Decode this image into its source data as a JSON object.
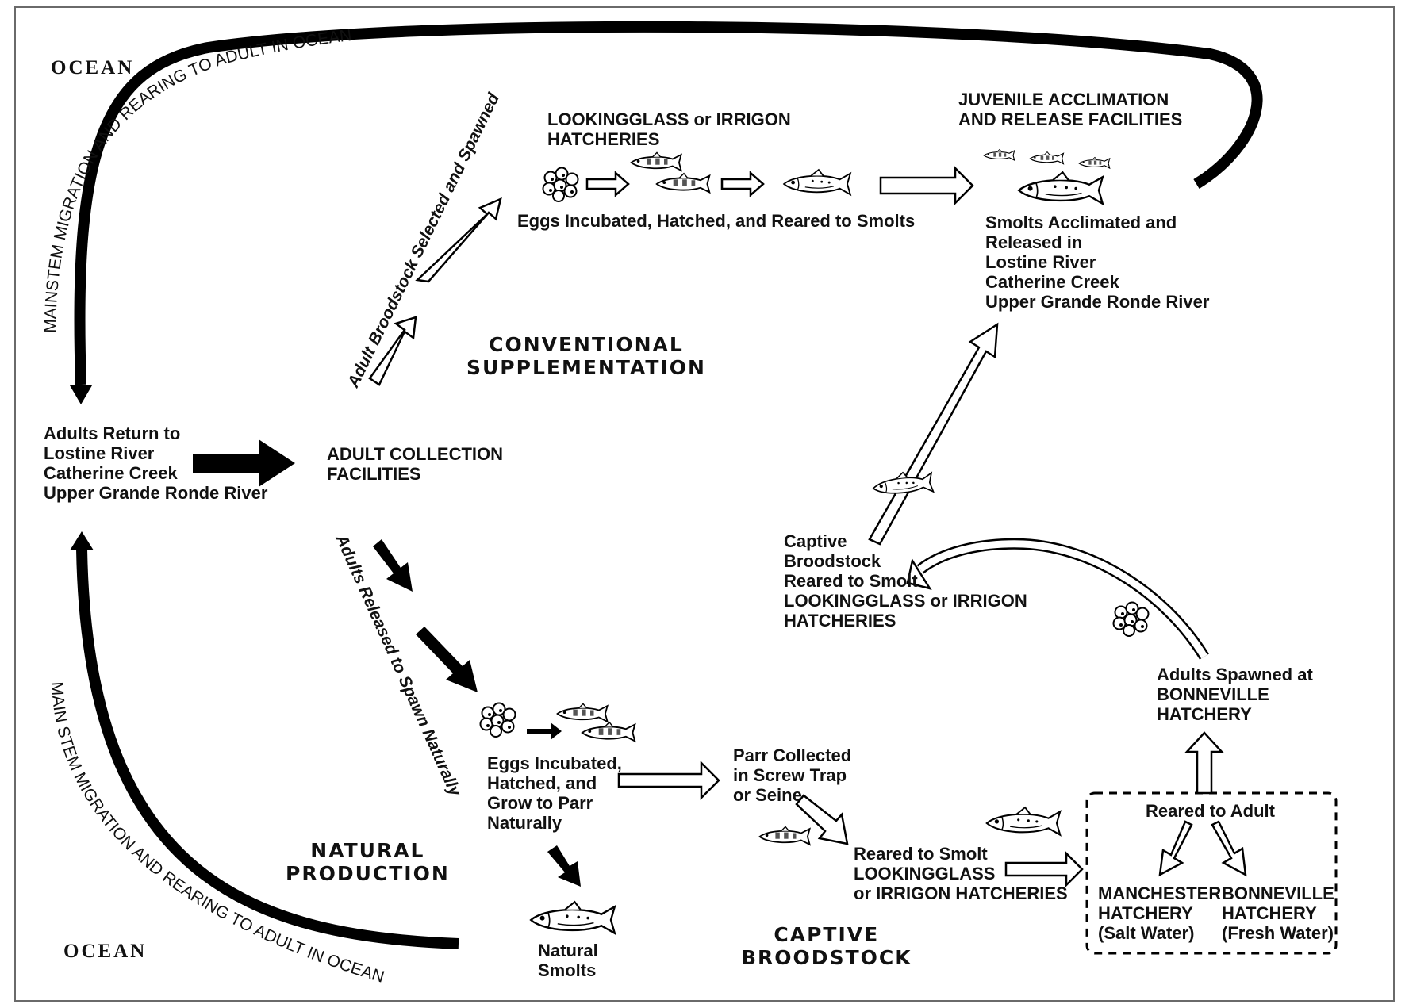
{
  "ocean_labels": {
    "top": "OCEAN",
    "bottom": "OCEAN"
  },
  "migration_labels": {
    "top": "MAINSTEM MIGRATION AND REARING TO ADULT IN OCEAN",
    "bottom": "MAIN STEM MIGRATION AND REARING TO ADULT IN OCEAN"
  },
  "sections": {
    "conventional": "CONVENTIONAL\nSUPPLEMENTATION",
    "natural": "NATURAL\nPRODUCTION",
    "captive": "CAPTIVE\nBROODSTOCK"
  },
  "arrow_labels": {
    "broodstock_selected": "Adult Broodstock Selected and Spawned",
    "released_naturally": "Adults Released to Spawn Naturally"
  },
  "nodes": {
    "adults_return": "Adults Return to\nLostine River\nCatherine Creek\nUpper Grande Ronde River",
    "adult_collection": "ADULT COLLECTION\nFACILITIES",
    "hatcheries": "LOOKINGGLASS or IRRIGON\nHATCHERIES",
    "eggs_reared_smolts": "Eggs Incubated, Hatched, and Reared to Smolts",
    "juvenile_acclimation": "JUVENILE ACCLIMATION\nAND RELEASE FACILITIES",
    "smolts_released": "Smolts Acclimated and\nReleased in\nLostine River\nCatherine Creek\nUpper Grande Ronde River",
    "captive_reared_smolt": "Captive\nBroodstock\nReared to Smolt\nLOOKINGGLASS or IRRIGON\nHATCHERIES",
    "adults_spawned_bonneville": "Adults Spawned at\nBONNEVILLE\nHATCHERY",
    "eggs_grow_parr": "Eggs Incubated,\nHatched, and\nGrow to Parr\nNaturally",
    "parr_collected": "Parr Collected\nin Screw Trap\nor Seine",
    "reared_to_smolt": "Reared to Smolt\nLOOKINGGLASS\nor IRRIGON HATCHERIES",
    "reared_to_adult": "Reared to Adult",
    "manchester": "MANCHESTER\nHATCHERY\n(Salt Water)",
    "bonneville_fresh": "BONNEVILLE\nHATCHERY\n(Fresh Water)",
    "natural_smolts": "Natural\nSmolts"
  },
  "icons": [
    "egg-cluster-icon",
    "fish-icon"
  ]
}
